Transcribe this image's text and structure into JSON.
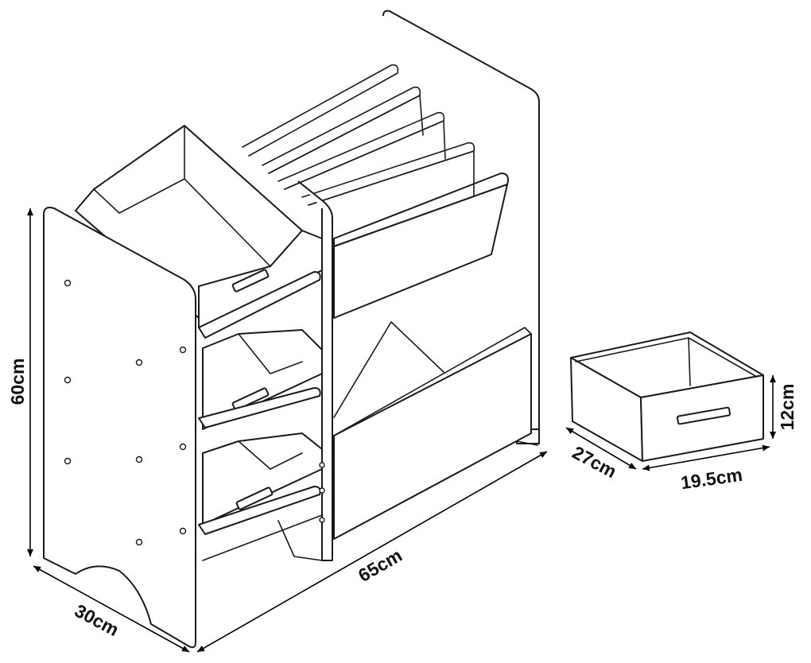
{
  "dimensions": {
    "height": "60cm",
    "depth": "30cm",
    "width": "65cm",
    "box_depth": "27cm",
    "box_width": "19.5cm",
    "box_height": "12cm"
  }
}
